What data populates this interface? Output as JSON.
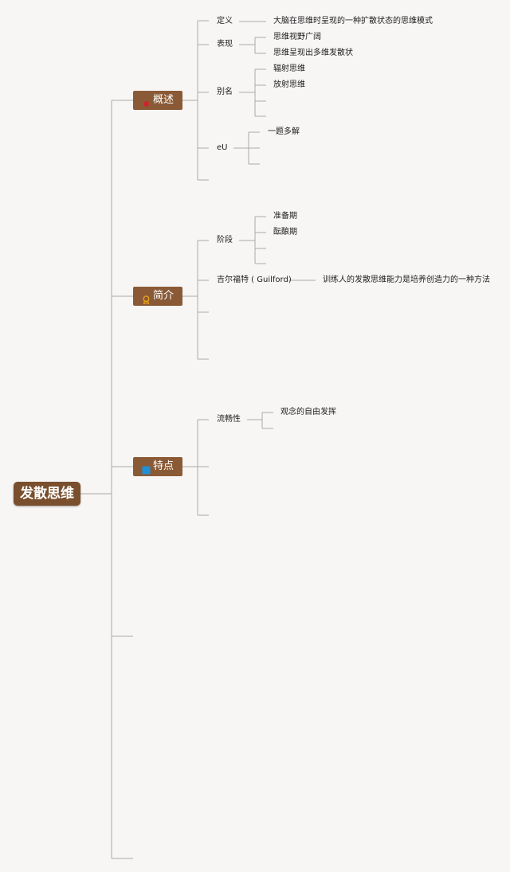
{
  "root": {
    "label": "发散思维"
  },
  "branches": [
    {
      "label": "概述",
      "icon": "red-circle-icon",
      "children": [
        {
          "label": "定义",
          "children": [
            "大脑在思维时呈现的一种扩散状态的思维模式"
          ]
        },
        {
          "label": "表现",
          "children": [
            "思维视野广阔",
            "思维呈现出多维发散状"
          ]
        },
        {
          "label": "别名",
          "children": [
            "辐射思维",
            "放射思维"
          ]
        },
        {
          "label": "eU",
          "children": [
            "一题多解"
          ]
        }
      ]
    },
    {
      "label": "简介",
      "icon": "award-ribbon-icon",
      "children": [
        {
          "label": "阶段",
          "children": [
            "准备期",
            "酝酿期"
          ]
        },
        {
          "label": "吉尔福特 ( Guilford)",
          "children": [
            "训练人的发散思维能力是培养创造力的一种方法"
          ]
        }
      ]
    },
    {
      "label": "特点",
      "icon": "blue-square-icon",
      "children": [
        {
          "label": "流畅性",
          "children": [
            "观念的自由发挥"
          ]
        }
      ]
    }
  ],
  "colors": {
    "line": "#a9a9a9",
    "branch_bg": "#8a5a36",
    "root_bg": "#7a4f2e",
    "background": "#f8f6f5"
  }
}
